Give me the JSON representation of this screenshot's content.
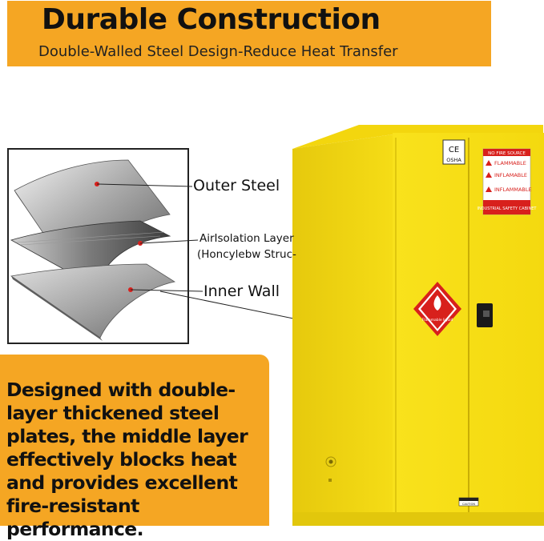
{
  "header": {
    "title": "Durable Construction",
    "subtitle": "Double-Walled Steel Design-Reduce Heat Transfer"
  },
  "layers": {
    "outer": "Outer Steel",
    "air_line1": "AirIsolation Layer",
    "air_line2": "(Honcylebw Struc-",
    "inner": "Inner Wall"
  },
  "description": {
    "text": "Designed with double-layer thickened steel plates, the middle layer effectively blocks heat and provides excellent fire-resistant performance."
  },
  "cabinet": {
    "ce_mark": "CE",
    "osha_mark": "OSHA",
    "warning_header": "NO FIRE SOURCE",
    "warn1": "FLAMMABLE",
    "warn2": "INFLAMABLE",
    "warn3": "INFLAMMABLE",
    "safety_label": "INDUSTRIAL SAFETY CABINET",
    "diamond_label": "Flammable liquid",
    "caution_label": "CAUTION"
  },
  "colors": {
    "banner": "#f5a623",
    "cabinet_yellow": "#f7e11a",
    "warning_red": "#d8201c"
  }
}
